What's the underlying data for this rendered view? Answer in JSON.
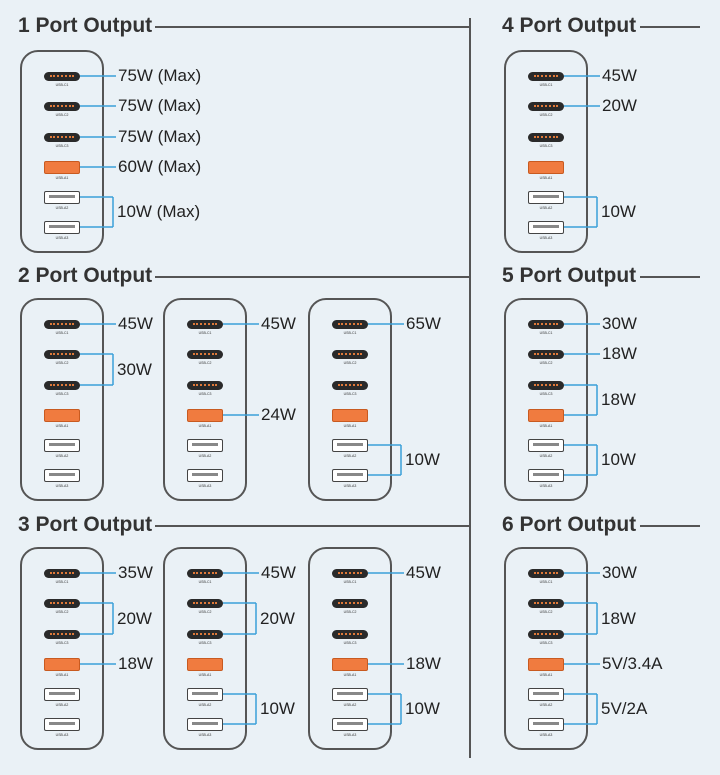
{
  "colors": {
    "background": "#eaf1f6",
    "leader": "#3aa0d8",
    "orange_port": "#f07b3f",
    "outline": "#555555"
  },
  "port_names": [
    "USB-C1",
    "USB-C2",
    "USB-C3",
    "USB-A1",
    "USB-A2",
    "USB-A3"
  ],
  "sections": [
    {
      "title": "1 Port Output",
      "chargers": [
        {
          "labels": [
            {
              "ports": [
                0
              ],
              "text": "75W (Max)"
            },
            {
              "ports": [
                1
              ],
              "text": "75W (Max)"
            },
            {
              "ports": [
                2
              ],
              "text": "75W (Max)"
            },
            {
              "ports": [
                3
              ],
              "text": "60W (Max)"
            },
            {
              "ports": [
                4,
                5
              ],
              "text": "10W (Max)"
            }
          ]
        }
      ]
    },
    {
      "title": "2 Port Output",
      "chargers": [
        {
          "labels": [
            {
              "ports": [
                0
              ],
              "text": "45W"
            },
            {
              "ports": [
                1,
                2
              ],
              "text": "30W"
            }
          ]
        },
        {
          "labels": [
            {
              "ports": [
                0
              ],
              "text": "45W"
            },
            {
              "ports": [
                3
              ],
              "text": "24W"
            }
          ]
        },
        {
          "labels": [
            {
              "ports": [
                0
              ],
              "text": "65W"
            },
            {
              "ports": [
                4,
                5
              ],
              "text": "10W"
            }
          ]
        }
      ]
    },
    {
      "title": "3 Port Output",
      "chargers": [
        {
          "labels": [
            {
              "ports": [
                0
              ],
              "text": "35W"
            },
            {
              "ports": [
                1,
                2
              ],
              "text": "20W"
            },
            {
              "ports": [
                3
              ],
              "text": "18W"
            }
          ]
        },
        {
          "labels": [
            {
              "ports": [
                0
              ],
              "text": "45W"
            },
            {
              "ports": [
                1,
                2
              ],
              "text": "20W"
            },
            {
              "ports": [
                4,
                5
              ],
              "text": "10W"
            }
          ]
        },
        {
          "labels": [
            {
              "ports": [
                0
              ],
              "text": "45W"
            },
            {
              "ports": [
                3
              ],
              "text": "18W"
            },
            {
              "ports": [
                4,
                5
              ],
              "text": "10W"
            }
          ]
        }
      ]
    },
    {
      "title": "4 Port Output",
      "chargers": [
        {
          "labels": [
            {
              "ports": [
                0
              ],
              "text": "45W"
            },
            {
              "ports": [
                1
              ],
              "text": "20W"
            },
            {
              "ports": [
                4,
                5
              ],
              "text": "10W"
            }
          ]
        }
      ]
    },
    {
      "title": "5 Port Output",
      "chargers": [
        {
          "labels": [
            {
              "ports": [
                0
              ],
              "text": "30W"
            },
            {
              "ports": [
                1
              ],
              "text": "18W"
            },
            {
              "ports": [
                2,
                3
              ],
              "text": "18W"
            },
            {
              "ports": [
                4,
                5
              ],
              "text": "10W"
            }
          ]
        }
      ]
    },
    {
      "title": "6 Port Output",
      "chargers": [
        {
          "labels": [
            {
              "ports": [
                0
              ],
              "text": "30W"
            },
            {
              "ports": [
                1,
                2
              ],
              "text": "18W"
            },
            {
              "ports": [
                3
              ],
              "text": "5V/3.4A"
            },
            {
              "ports": [
                4,
                5
              ],
              "text": "5V/2A"
            }
          ]
        }
      ]
    }
  ]
}
